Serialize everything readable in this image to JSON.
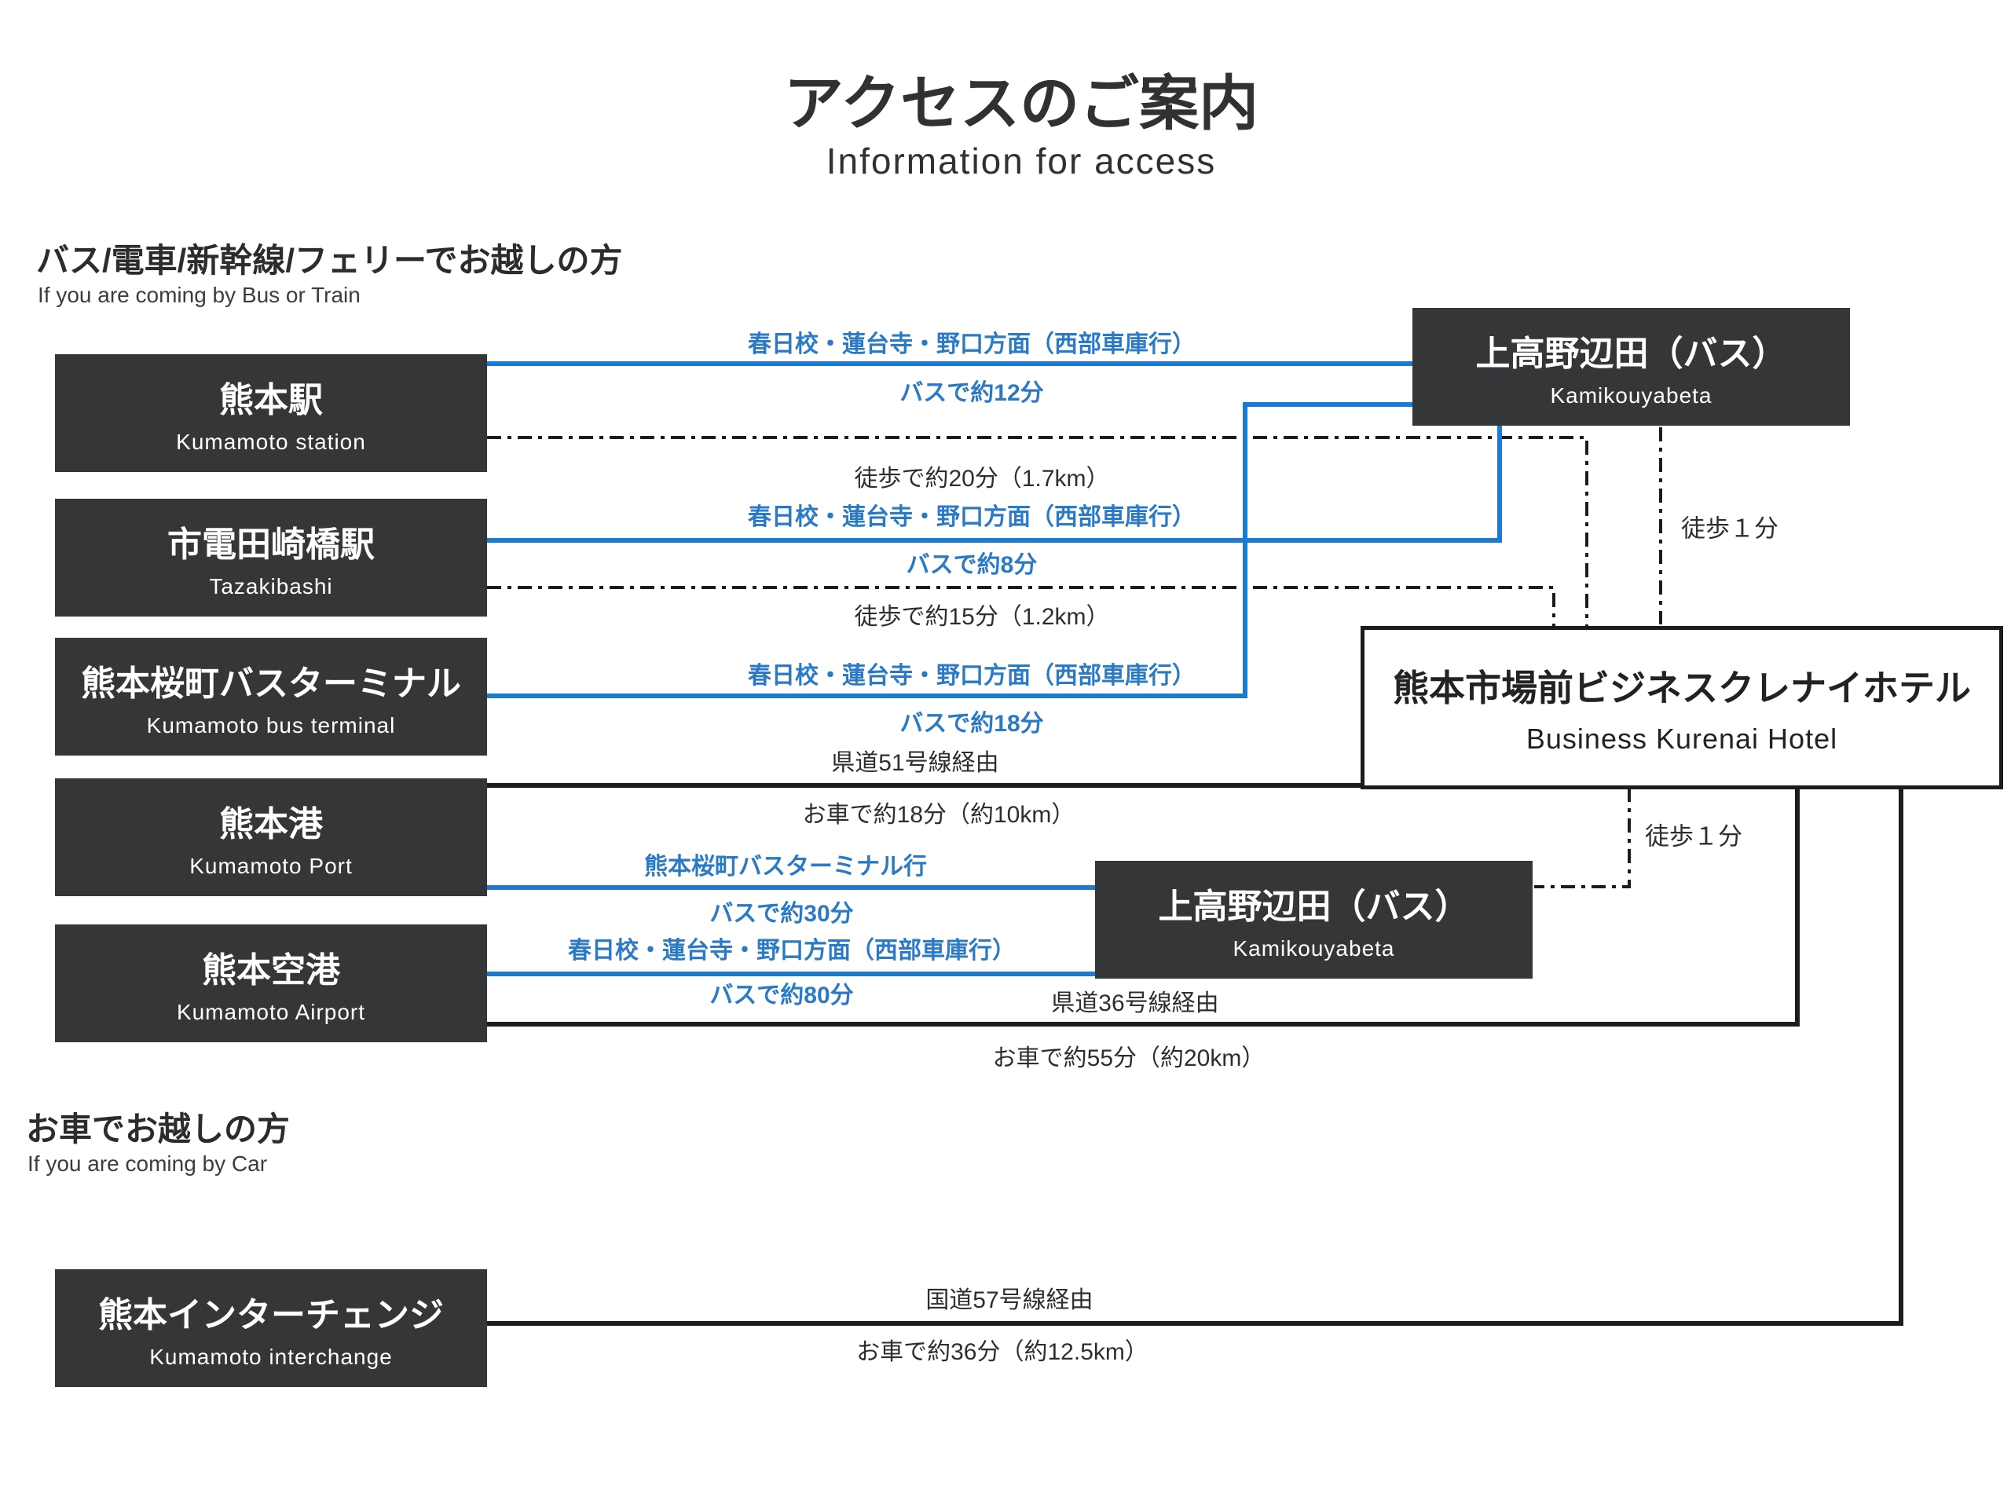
{
  "title": {
    "ja": "アクセスのご案内",
    "en": "Information for access"
  },
  "sections": {
    "transit": {
      "heading_ja": "バス/電車/新幹線/フェリーでお越しの方",
      "heading_en": "If you are coming by Bus or Train"
    },
    "car": {
      "heading_ja": "お車でお越しの方",
      "heading_en": "If you are coming by Car"
    }
  },
  "nodes": {
    "kumamoto_station": {
      "ja": "熊本駅",
      "en": "Kumamoto station"
    },
    "tazakibashi": {
      "ja": "市電田崎橋駅",
      "en": "Tazakibashi"
    },
    "bus_terminal": {
      "ja": "熊本桜町バスターミナル",
      "en": "Kumamoto bus terminal"
    },
    "kumamoto_port": {
      "ja": "熊本港",
      "en": "Kumamoto Port"
    },
    "kumamoto_airport": {
      "ja": "熊本空港",
      "en": "Kumamoto Airport"
    },
    "kumamoto_interchange": {
      "ja": "熊本インターチェンジ",
      "en": "Kumamoto interchange"
    },
    "kamikouyabeta_top": {
      "ja": "上高野辺田（バス）",
      "en": "Kamikouyabeta"
    },
    "kamikouyabeta_side": {
      "ja": "上高野辺田（バス）",
      "en": "Kamikouyabeta"
    },
    "hotel": {
      "ja": "熊本市場前ビジネスクレナイホテル",
      "en": "Business Kurenai Hotel"
    }
  },
  "routes": {
    "station_bus": {
      "direction": "春日校・蓮台寺・野口方面（西部車庫行）",
      "duration": "バスで約12分"
    },
    "station_walk": {
      "duration": "徒歩で約20分（1.7km）"
    },
    "tazakibashi_bus": {
      "direction": "春日校・蓮台寺・野口方面（西部車庫行）",
      "duration": "バスで約8分"
    },
    "tazakibashi_walk": {
      "duration": "徒歩で約15分（1.2km）"
    },
    "terminal_bus": {
      "direction": "春日校・蓮台寺・野口方面（西部車庫行）",
      "duration": "バスで約18分"
    },
    "port_car": {
      "via": "県道51号線経由",
      "duration": "お車で約18分（約10km）"
    },
    "port_bus": {
      "direction": "熊本桜町バスターミナル行",
      "duration": "バスで約30分"
    },
    "airport_bus": {
      "direction": "春日校・蓮台寺・野口方面（西部車庫行）",
      "duration": "バスで約80分"
    },
    "airport_car": {
      "via": "県道36号線経由",
      "duration": "お車で約55分（約20km）"
    },
    "interchange_car": {
      "via": "国道57号線経由",
      "duration": "お車で約36分（約12.5km）"
    },
    "hotel_walk_top": {
      "duration": "徒歩１分"
    },
    "hotel_walk_side": {
      "duration": "徒歩１分"
    }
  },
  "colors": {
    "bus_line": "#1b7ad2",
    "bus_text": "#2b7ac6",
    "black_line": "#1c1c1c",
    "dark_text": "#2e2e2e",
    "node_bg": "#343637",
    "node_text": "#ffffff",
    "hotel_border": "#1c1c1c"
  }
}
